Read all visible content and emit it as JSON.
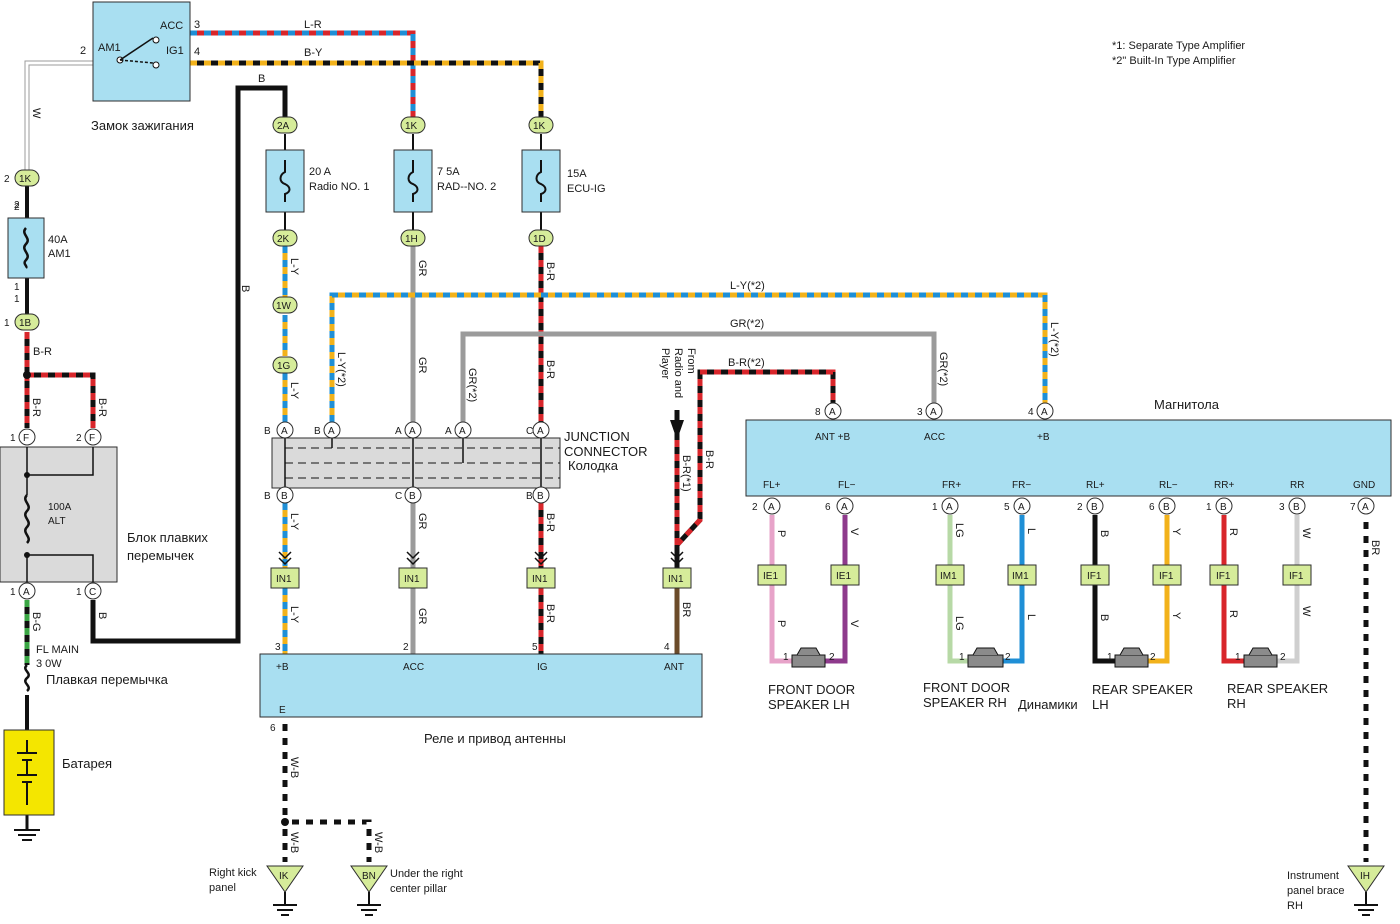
{
  "notes": {
    "note1": "*1: Separate Type Amplifier",
    "note2": "*2\" Built-In Type Amplifier"
  },
  "components": {
    "ignition": "Замок зажигания",
    "ignition_am1": "AM1",
    "ignition_acc": "ACC",
    "ignition_ig1": "IG1",
    "fuse_am1_rating": "40A",
    "fuse_am1_name": "AM1",
    "fuse_radio1_rating": "20 A",
    "fuse_radio1_name": "Radio NO. 1",
    "fuse_rad2_rating": "7 5A",
    "fuse_rad2_name": "RAD--NO. 2",
    "fuse_ecu_rating": "15A",
    "fuse_ecu_name": "ECU-IG",
    "fuseblock_rating": "100A",
    "fuseblock_name": "ALT",
    "fuseblock_label_1": "Блок плавких",
    "fuseblock_label_2": "перемычек",
    "fl_main_1": "FL MAIN",
    "fl_main_2": "3 0W",
    "fusible_link": "Плавкая перемычка",
    "battery": "Батарея",
    "junction_1": "JUNCTION",
    "junction_2": "CONNECTOR",
    "junction_3": "Колодка",
    "head_unit": "Магнитола",
    "antenna": "Реле и привод антенны",
    "speakers_group": "Динамики",
    "from_radio": [
      "From",
      "Radio and",
      "Player"
    ]
  },
  "head_unit_pins": [
    "ANT +B",
    "ACC",
    "+B",
    "FL+",
    "FL−",
    "FR+",
    "FR−",
    "RL+",
    "RL−",
    "RR+",
    "RR",
    "GND"
  ],
  "antenna_pins": [
    "+B",
    "ACC",
    "IG",
    "ANT",
    "E"
  ],
  "connectors": {
    "c_1K_left": "1K",
    "c_1B": "1B",
    "c_2A": "2A",
    "c_2K": "2K",
    "c_1W": "1W",
    "c_1G": "1G",
    "c_1K_mid": "1K",
    "c_1H": "1H",
    "c_1K_right": "1K",
    "c_1D": "1D",
    "in1": "IN1",
    "ie1": "IE1",
    "im1": "IM1",
    "if1": "IF1"
  },
  "wires": {
    "LR": "L-R",
    "BY": "B-Y",
    "W": "W",
    "B": "B",
    "BR": "B-R",
    "LY": "L-Y",
    "GR": "GR",
    "BG": "B-G",
    "WB": "W-B",
    "BR2": "BR",
    "P": "P",
    "V": "V",
    "LG": "LG",
    "L": "L",
    "Y": "Y",
    "R": "R",
    "LY2": "L-Y(*2)",
    "GR2": "GR(*2)",
    "BR_2": "B-R(*2)",
    "BR_1": "B-R(*1)"
  },
  "speakers": [
    {
      "line1": "FRONT DOOR",
      "line2": "SPEAKER LH"
    },
    {
      "line1": "FRONT DOOR",
      "line2": "SPEAKER RH"
    },
    {
      "line1": "REAR SPEAKER",
      "line2": "LH"
    },
    {
      "line1": "REAR SPEAKER",
      "line2": "RH"
    }
  ],
  "grounds": [
    {
      "code": "IK",
      "line1": "Right kick",
      "line2": "panel"
    },
    {
      "code": "BN",
      "line1": "Under the right",
      "line2": "center pillar"
    },
    {
      "code": "IH",
      "line1": "Instrument",
      "line2": "panel brace",
      "line3": "RH"
    }
  ],
  "colors": {
    "box_fill": "#a9dff1",
    "connector_fill": "#d6ec9a",
    "battery_fill": "#f4e600",
    "wire_black": "#111111",
    "wire_red": "#d8262b",
    "wire_blue": "#1f8fd6",
    "wire_yellow": "#f2b21b",
    "wire_gray": "#9b9b9b",
    "wire_green": "#3aa644",
    "wire_pink": "#e7a3c9",
    "wire_violet": "#8e3a8c",
    "wire_lightgreen": "#b7d9a6"
  }
}
